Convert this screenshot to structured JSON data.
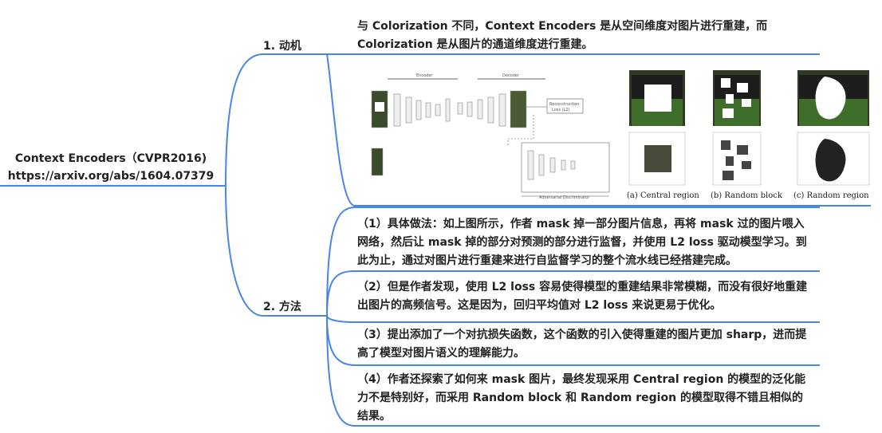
{
  "root": {
    "title": "Context Encoders（CVPR2016)",
    "url": "https://arxiv.org/abs/1604.07379"
  },
  "branches": [
    {
      "label": "1. 动机",
      "text": "与 Colorization 不同，Context Encoders 是从空间维度对图片进行重建，而 Colorization 是从图片的通道维度进行重建。"
    },
    {
      "label": "2. 方法",
      "items": [
        "（1）具体做法：如上图所示，作者 mask 掉一部分图片信息，再将 mask 过的图片喂入网络，然后让 mask 掉的部分对预测的部分进行监督，并使用 L2 loss 驱动模型学习。到此为止，通过对图片进行重建来进行自监督学习的整个流水线已经搭建完成。",
        "（2）但是作者发现，使用 L2 loss 容易使得模型的重建结果非常模糊，而没有很好地重建出图片的高频信号。这是因为，回归平均值对 L2 loss 来说更易于优化。",
        "（3）提出添加了一个对抗损失函数，这个函数的引入使得重建的图片更加 sharp，进而提高了模型对图片语义的理解能力。",
        "（4）作者还探索了如何来 mask 图片，最终发现采用 Central region 的模型的泛化能力不是特别好，而采用 Random block 和 Random region 的模型取得不错且相似的结果。"
      ]
    }
  ],
  "figure": {
    "encoder_label": "Encoder",
    "decoder_label": "Decoder",
    "loss_label": "Reconstruction Loss (L2)",
    "adv_label": "Adversarial Discriminator",
    "captions": [
      "(a) Central region",
      "(b) Random block",
      "(c) Random region"
    ]
  },
  "colors": {
    "line": "#4a86e8",
    "text": "#222222"
  }
}
